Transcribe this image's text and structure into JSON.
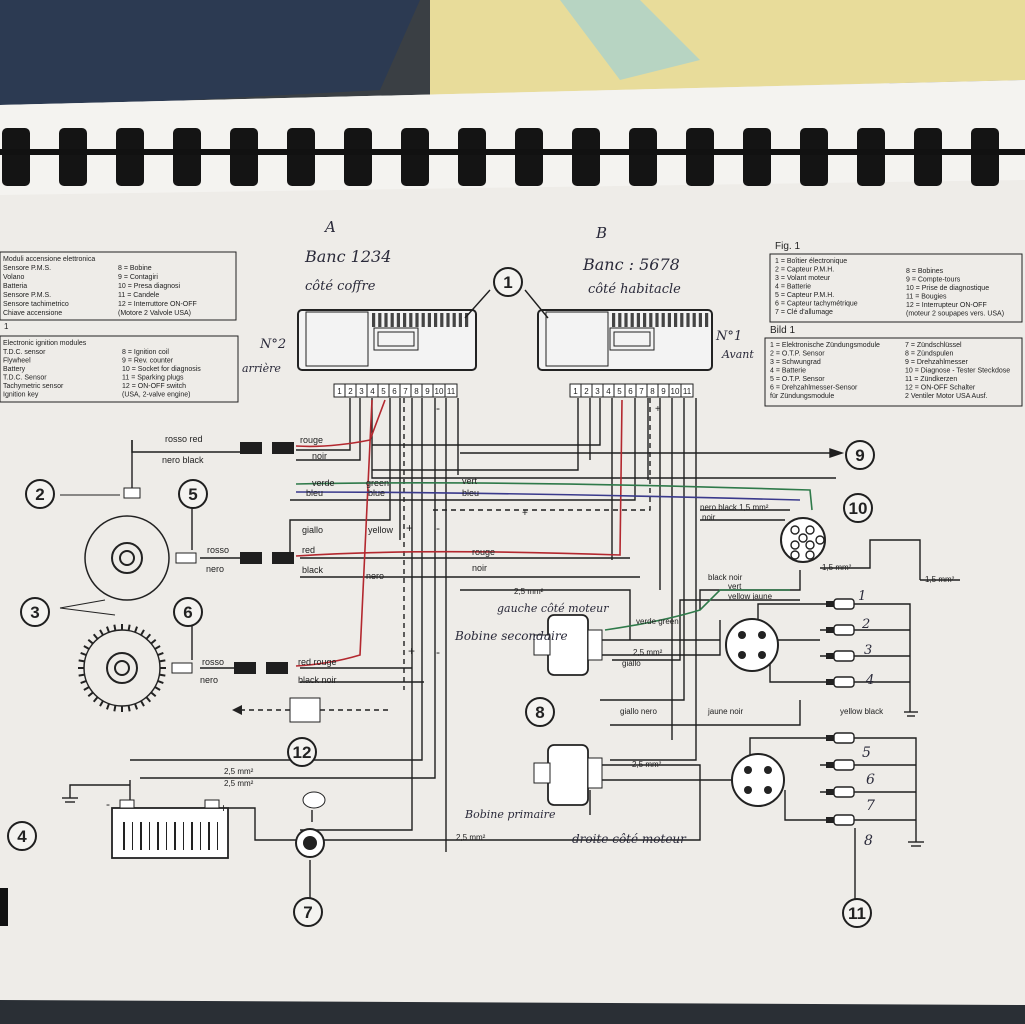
{
  "handwriting": {
    "bank_a_letter": "A",
    "bank_a": "Banc 1234",
    "bank_a_side": "côté coffre",
    "bank_b_letter": "B",
    "bank_b": "Banc : 5678",
    "bank_b_side": "côté habitacle",
    "module_2": "N°2",
    "module_2_side": "arrière",
    "module_1": "N°1",
    "module_1_side": "Avant",
    "coil_secondary": "Bobine secondaire",
    "coil_upper_note": "gauche côté moteur",
    "coil_primary": "Bobine primaire",
    "coil_lower_note": "droite côté moteur",
    "plugs_top": [
      "1",
      "2",
      "3",
      "4"
    ],
    "plugs_bottom": [
      "5",
      "6",
      "7",
      "8"
    ]
  },
  "legend_it": {
    "title": "Moduli accensione elettronica",
    "left": [
      "Sensore P.M.S.",
      "Volano",
      "Batteria",
      "Sensore P.M.S.",
      "Sensore tachimetrico",
      "Chiave accensione"
    ],
    "right": [
      "8 = Bobine",
      "9 = Contagiri",
      "10 = Presa diagnosi",
      "11 = Candele",
      "12 = Interruttore ON-OFF",
      "(Motore 2 Valvole USA)"
    ]
  },
  "legend_en": {
    "index": "1",
    "title": "Electronic ignition modules",
    "left": [
      "T.D.C. sensor",
      "Flywheel",
      "Battery",
      "T.D.C. Sensor",
      "Tachymetric sensor",
      "Ignition key"
    ],
    "right": [
      "8 = Ignition coil",
      "9 = Rev. counter",
      "10 = Socket for diagnosis",
      "11 = Sparking plugs",
      "12 = ON-OFF switch",
      "(USA, 2-valve engine)"
    ]
  },
  "legend_fr": {
    "title": "Fig. 1",
    "left": [
      "1 = Boîtier électronique",
      "2 = Capteur P.M.H.",
      "3 = Volant moteur",
      "4 = Batterie",
      "5 = Capteur P.M.H.",
      "6 = Capteur tachymétrique",
      "7 = Clé d'allumage"
    ],
    "right": [
      "8 = Bobines",
      "9 = Compte-tours",
      "10 = Prise de diagnostique",
      "11 = Bougies",
      "12 = Interrupteur ON-OFF",
      "(moteur 2 soupapes vers. USA)"
    ]
  },
  "legend_de": {
    "title": "Bild 1",
    "left": [
      "1 = Elektronische Zündungsmodule",
      "2 = O.T.P. Sensor",
      "3 = Schwungrad",
      "4 = Batterie",
      "5 = O.T.P. Sensor",
      "6 = Drehzahlmesser-Sensor",
      "für Zündungsmodule"
    ],
    "right": [
      "7 = Zündschlüssel",
      "8 = Zündspulen",
      "9 = Drehzahlmesser",
      "10 = Diagnose - Tester Steckdose",
      "11 = Zündkerzen",
      "12 = ON-OFF Schalter",
      "2 Ventiler Motor USA Ausf."
    ]
  },
  "pins": [
    "1",
    "2",
    "3",
    "4",
    "5",
    "6",
    "7",
    "8",
    "9",
    "10",
    "11"
  ],
  "callouts": [
    "1",
    "2",
    "3",
    "4",
    "5",
    "6",
    "7",
    "8",
    "9",
    "10",
    "11",
    "12"
  ],
  "wires": {
    "rosso_red": "rosso red",
    "nero_black": "nero black",
    "rouge": "rouge",
    "noir": "noir",
    "verde": "verde",
    "green": "green",
    "vert": "vert",
    "bleu": "bleu",
    "blue": "blue",
    "giallo": "giallo",
    "yellow": "yellow",
    "rosso": "rosso",
    "nero": "nero",
    "red": "red",
    "black": "black",
    "red_rouge": "red rouge",
    "black_noir": "black noir",
    "nero_black_15": "nero black 1,5 mm²",
    "noir2": "noir",
    "mm25": "2,5 mm²",
    "black_noir2": "black noir",
    "vert2": "vert",
    "yellow_jaune": "yellow jaune",
    "verde_green": "verde green",
    "mm15": "1,5 mm²",
    "mm15b": "1,5 mm²",
    "giallo2": "giallo",
    "giallo_nero": "giallo nero",
    "jaune_noir": "jaune noir",
    "yellow_black": "yellow black",
    "plus": "+",
    "minus": "-"
  },
  "colors": {
    "paper": "#eeece8",
    "ink": "#1f1f1f",
    "red_wire": "#b3282f",
    "green_wire": "#2f7a4a",
    "blue_wire": "#3a3a8c",
    "callout_border": "#1f1f1f"
  }
}
